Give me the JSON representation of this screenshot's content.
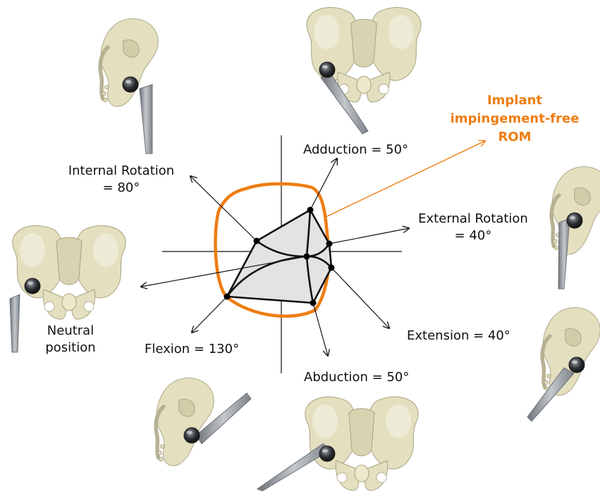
{
  "labels": {
    "internal_rotation_1": "Internal Rotation",
    "internal_rotation_2": "= 80°",
    "adduction": "Adduction = 50°",
    "external_rotation_1": "External Rotation",
    "external_rotation_2": "= 40°",
    "extension": "Extension = 40°",
    "abduction": "Abduction = 50°",
    "flexion": "Flexion = 130°",
    "neutral_1": "Neutral",
    "neutral_2": "position"
  },
  "callout": {
    "line1": "Implant",
    "line2": "impingement-free",
    "line3": "ROM"
  },
  "colors": {
    "accent_orange": "#ee7d11",
    "bone": "#e3dfbf",
    "bone_shade": "#c9c3a0",
    "stem_metal": "#8f959c",
    "polygon_fill": "#e3e3e3"
  },
  "icons": [
    "pelvis-with-hip-implant"
  ]
}
